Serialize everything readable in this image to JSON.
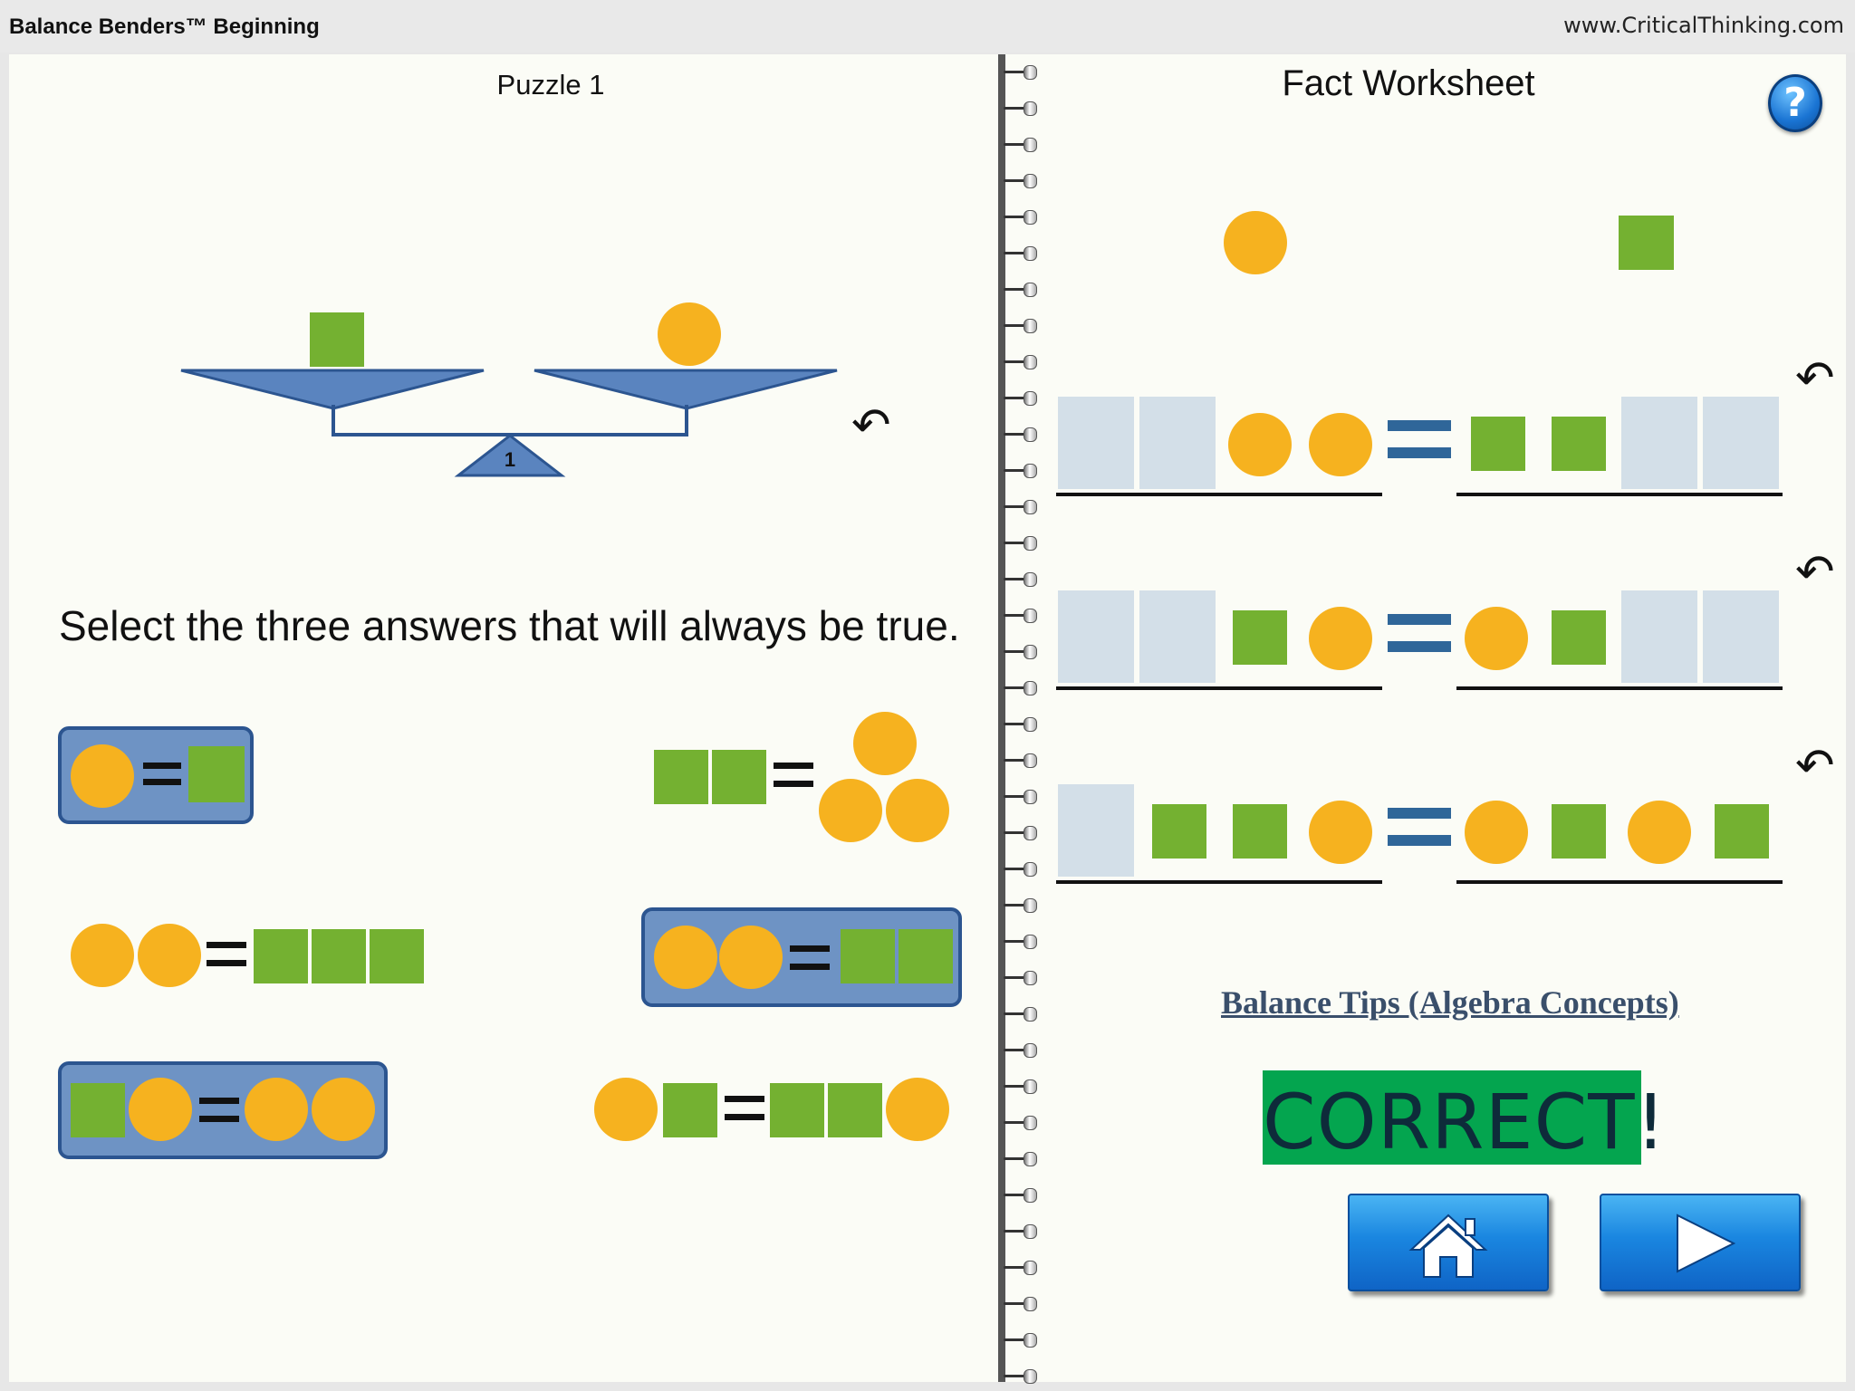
{
  "header": {
    "app_title": "Balance Benders™ Beginning",
    "site_url": "www.CriticalThinking.com"
  },
  "puzzle": {
    "title": "Puzzle 1",
    "fulcrum_label": "1",
    "prompt": "Select the three answers that will always be true.",
    "answers": [
      {
        "equation": "circle = square",
        "selected": true
      },
      {
        "equation": "square square = circle circle circle",
        "selected": false
      },
      {
        "equation": "circle circle = square square square",
        "selected": false
      },
      {
        "equation": "circle circle = square square",
        "selected": true
      },
      {
        "equation": "square circle = circle circle",
        "selected": true
      },
      {
        "equation": "circle square = square square circle",
        "selected": false
      }
    ]
  },
  "worksheet": {
    "title": "Fact Worksheet",
    "rows": [
      {
        "left": [
          "blank",
          "blank",
          "circle",
          "circle"
        ],
        "right": [
          "square",
          "square",
          "blank",
          "blank"
        ]
      },
      {
        "left": [
          "blank",
          "blank",
          "square",
          "circle"
        ],
        "right": [
          "circle",
          "square",
          "blank",
          "blank"
        ]
      },
      {
        "left": [
          "blank",
          "square",
          "square",
          "circle"
        ],
        "right": [
          "circle",
          "square",
          "circle",
          "square"
        ]
      }
    ],
    "tips_link": "Balance Tips (Algebra Concepts)",
    "result": "CORRECT!"
  },
  "icons": {
    "help": "?",
    "undo": "↶",
    "home": "home-icon",
    "next": "play-icon"
  },
  "colors": {
    "circle": "#f6b21f",
    "square": "#74b131",
    "scale": "#5a84bf",
    "selected_chip": "#6e93c4",
    "correct_banner": "#04a54f"
  }
}
